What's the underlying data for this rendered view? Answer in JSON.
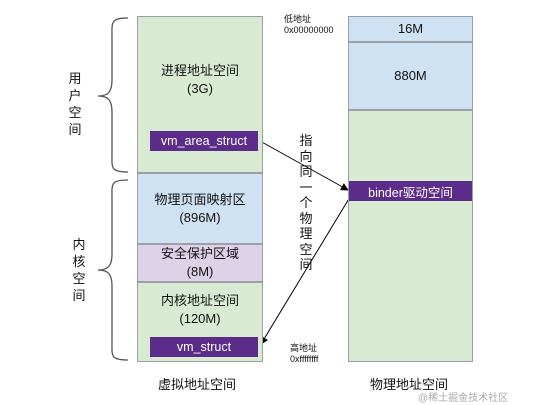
{
  "virtual": {
    "user_space": {
      "line1": "进程地址空间",
      "line2": "(3G)"
    },
    "vm_area_struct": "vm_area_struct",
    "phys_map": {
      "line1": "物理页面映射区",
      "line2": "(896M)"
    },
    "safe_zone": {
      "line1": "安全保护区域",
      "line2": "(8M)"
    },
    "kernel_space": {
      "line1": "内核地址空间",
      "line2": "(120M)"
    },
    "vm_struct": "vm_struct",
    "caption": "虚拟地址空间"
  },
  "physical": {
    "seg_16m": "16M",
    "seg_880m": "880M",
    "binder": "binder驱动空间",
    "caption": "物理地址空间"
  },
  "side_labels": {
    "user": [
      "用",
      "户",
      "空",
      "间"
    ],
    "kernel": [
      "内",
      "核",
      "空",
      "间"
    ]
  },
  "addresses": {
    "low": {
      "label": "低地址",
      "value": "0x00000000"
    },
    "high": {
      "label": "高地址",
      "value": "0xffffffff"
    }
  },
  "pointer_note": [
    "指",
    "向",
    "同",
    "一",
    "个",
    "物",
    "理",
    "空",
    "间"
  ],
  "watermark": "@稀土掘金技术社区",
  "colors": {
    "user_green": "#d9ead3",
    "map_blue": "#cfe2f3",
    "safe_purple": "#ddd2e8",
    "vm_purple": "#5b2c8a",
    "arrow": "#000000"
  }
}
